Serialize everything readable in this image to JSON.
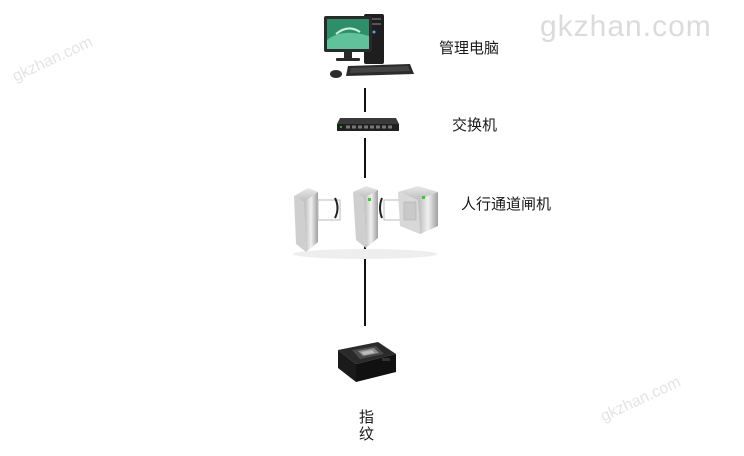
{
  "watermarks": {
    "top_right": "gkzhan.com",
    "top_left": "gkzhan.com",
    "bottom_right": "gkzhan.com"
  },
  "nodes": [
    {
      "id": "pc",
      "label": "管理电脑",
      "icon": "desktop-computer-icon"
    },
    {
      "id": "switch",
      "label": "交换机",
      "icon": "network-switch-icon"
    },
    {
      "id": "gate",
      "label": "人行通道闸机",
      "icon": "swing-gate-turnstile-icon"
    },
    {
      "id": "fingerprint",
      "label": "指纹",
      "icon": "fingerprint-reader-icon"
    }
  ],
  "colors": {
    "connector": "#111111",
    "background": "#ffffff",
    "watermark": "#c8c8c8"
  }
}
